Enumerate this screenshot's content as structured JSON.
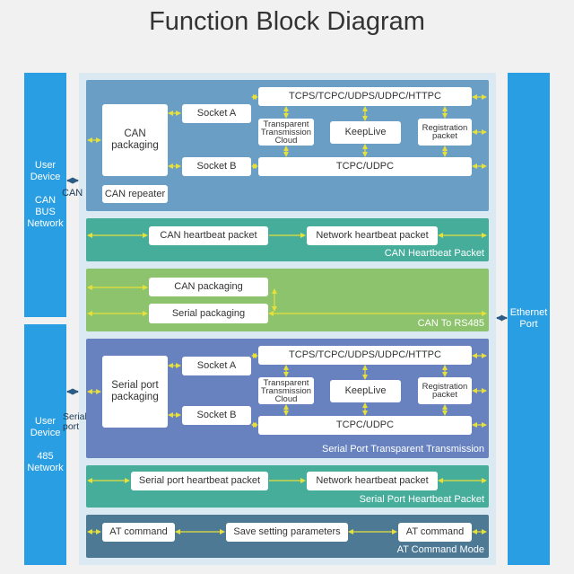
{
  "title": "Function Block Diagram",
  "left_top": {
    "label": "User\nDevice\n\nCAN\nBUS\nNetwork",
    "port_label": "CAN"
  },
  "left_bottom": {
    "label": "User\nDevice\n\n485\nNetwork",
    "port_label": "Serial\nport"
  },
  "right": {
    "label": "Ethernet\nPort"
  },
  "can_block": {
    "packaging": "CAN\npackaging",
    "socket_a": "Socket A",
    "socket_b": "Socket B",
    "protocols": "TCPS/TCPC/UDPS/UDPC/HTTPC",
    "transparent": "Transparent\nTransmission\nCloud",
    "keeplive": "KeepLive",
    "registration": "Registration\npacket",
    "tcpc_udpc": "TCPC/UDPC",
    "repeater": "CAN repeater"
  },
  "can_heartbeat": {
    "left": "CAN heartbeat packet",
    "right": "Network heartbeat packet",
    "label": "CAN Heartbeat Packet"
  },
  "can_rs485": {
    "top": "CAN packaging",
    "bottom": "Serial packaging",
    "label": "CAN To RS485"
  },
  "serial_block": {
    "packaging": "Serial port\npackaging",
    "socket_a": "Socket A",
    "socket_b": "Socket B",
    "protocols": "TCPS/TCPC/UDPS/UDPC/HTTPC",
    "transparent": "Transparent\nTransmission\nCloud",
    "keeplive": "KeepLive",
    "registration": "Registration\npacket",
    "tcpc_udpc": "TCPC/UDPC",
    "label": "Serial Port Transparent Transmission"
  },
  "serial_heartbeat": {
    "left": "Serial port heartbeat packet",
    "right": "Network heartbeat packet",
    "label": "Serial Port Heartbeat Packet"
  },
  "at_mode": {
    "left": "AT command",
    "middle": "Save setting parameters",
    "right": "AT command",
    "label": "AT Command Mode"
  },
  "colors": {
    "sidebar": "#2a9ee2",
    "can_block": "#6a9ec5",
    "heartbeat": "#46ad9b",
    "rs485": "#8dc36c",
    "serial_block": "#6882c0",
    "at_mode": "#4d7995",
    "arrow": "#e6e03a",
    "port_arrow": "#2c5b86"
  }
}
